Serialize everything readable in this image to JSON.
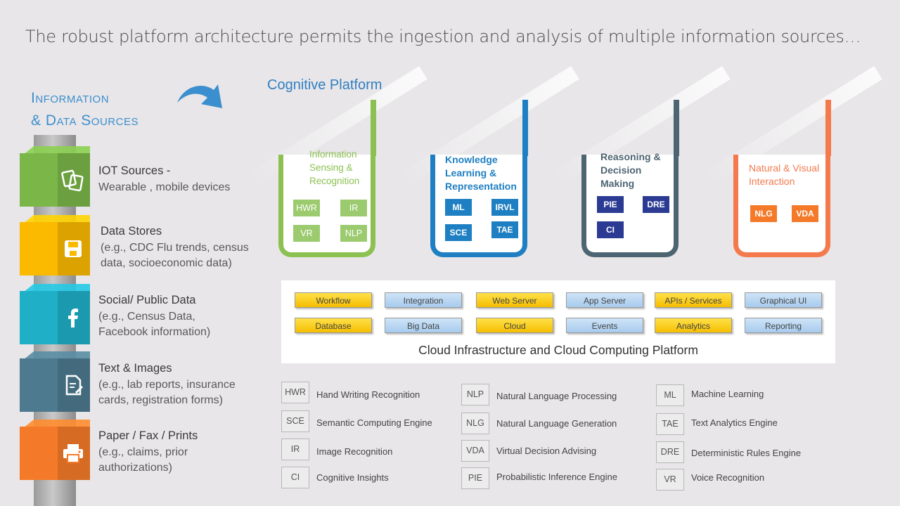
{
  "header": {
    "title": "The robust platform architecture permits the ingestion and analysis of multiple information sources…"
  },
  "sources": {
    "heading_line1": "Information",
    "heading_line2": "& Data Sources",
    "items": [
      {
        "title": "IOT Sources -",
        "desc": [
          "Wearable , mobile devices"
        ],
        "color": "#7ab648",
        "icon": "devices-icon"
      },
      {
        "title": "Data Stores",
        "desc": [
          "(e.g., CDC Flu trends, census",
          "data,  socioeconomic data)"
        ],
        "color": "#fbb900",
        "icon": "floppy-disk-icon"
      },
      {
        "title": "Social/ Public Data",
        "desc": [
          "(e.g., Census Data,",
          "Facebook information)"
        ],
        "color": "#1fb0c8",
        "icon": "facebook-icon"
      },
      {
        "title": "Text  & Images",
        "desc": [
          "(e.g., lab reports, insurance",
          "cards, registration forms)"
        ],
        "color": "#4d7a8f",
        "icon": "document-edit-icon"
      },
      {
        "title": "Paper / Fax / Prints",
        "desc": [
          "(e.g., claims, prior",
          "authorizations)"
        ],
        "color": "#f47a29",
        "icon": "printer-icon"
      }
    ]
  },
  "platform": {
    "title": "Cognitive Platform",
    "categories": [
      {
        "label": [
          "Information",
          "Sensing &",
          "Recognition"
        ],
        "color": "#8cc152",
        "chips": [
          "HWR",
          "IR",
          "VR",
          "NLP"
        ]
      },
      {
        "label": [
          "Knowledge",
          "Learning &",
          "Representation"
        ],
        "color": "#1e7fc2",
        "chips": [
          "ML",
          "IRVL",
          "SCE",
          "TAE"
        ]
      },
      {
        "label": [
          "Reasoning &",
          "Decision",
          "Making"
        ],
        "color": "#4d6472",
        "chips": [
          "PIE",
          "DRE",
          "CI"
        ]
      },
      {
        "label": [
          "Natural & Visual",
          "Interaction"
        ],
        "color": "#f47a4d",
        "chips": [
          "NLG",
          "VDA"
        ]
      }
    ]
  },
  "infrastructure": {
    "row1": [
      "Workflow",
      "Integration",
      "Web Server",
      "App Server",
      "APIs / Services",
      "Graphical UI"
    ],
    "row2": [
      "Database",
      "Big Data",
      "Cloud",
      "Events",
      "Analytics",
      "Reporting"
    ],
    "caption": "Cloud Infrastructure  and Cloud Computing Platform"
  },
  "legend": {
    "col1": [
      {
        "abbr": "HWR",
        "full": "Hand Writing Recognition"
      },
      {
        "abbr": "SCE",
        "full": "Semantic Computing Engine"
      },
      {
        "abbr": "IR",
        "full": "Image Recognition"
      },
      {
        "abbr": "CI",
        "full": "Cognitive Insights"
      }
    ],
    "col2": [
      {
        "abbr": "NLP",
        "full": "Natural Language Processing"
      },
      {
        "abbr": "NLG",
        "full": "Natural Language Generation"
      },
      {
        "abbr": "VDA",
        "full": "Virtual Decision Advising"
      },
      {
        "abbr": "PIE",
        "full": "Probabilistic Inference  Engine"
      }
    ],
    "col3": [
      {
        "abbr": "ML",
        "full": "Machine Learning"
      },
      {
        "abbr": "TAE",
        "full": "Text Analytics Engine"
      },
      {
        "abbr": "DRE",
        "full": "Deterministic Rules Engine"
      },
      {
        "abbr": "VR",
        "full": "Voice Recognition"
      }
    ]
  }
}
